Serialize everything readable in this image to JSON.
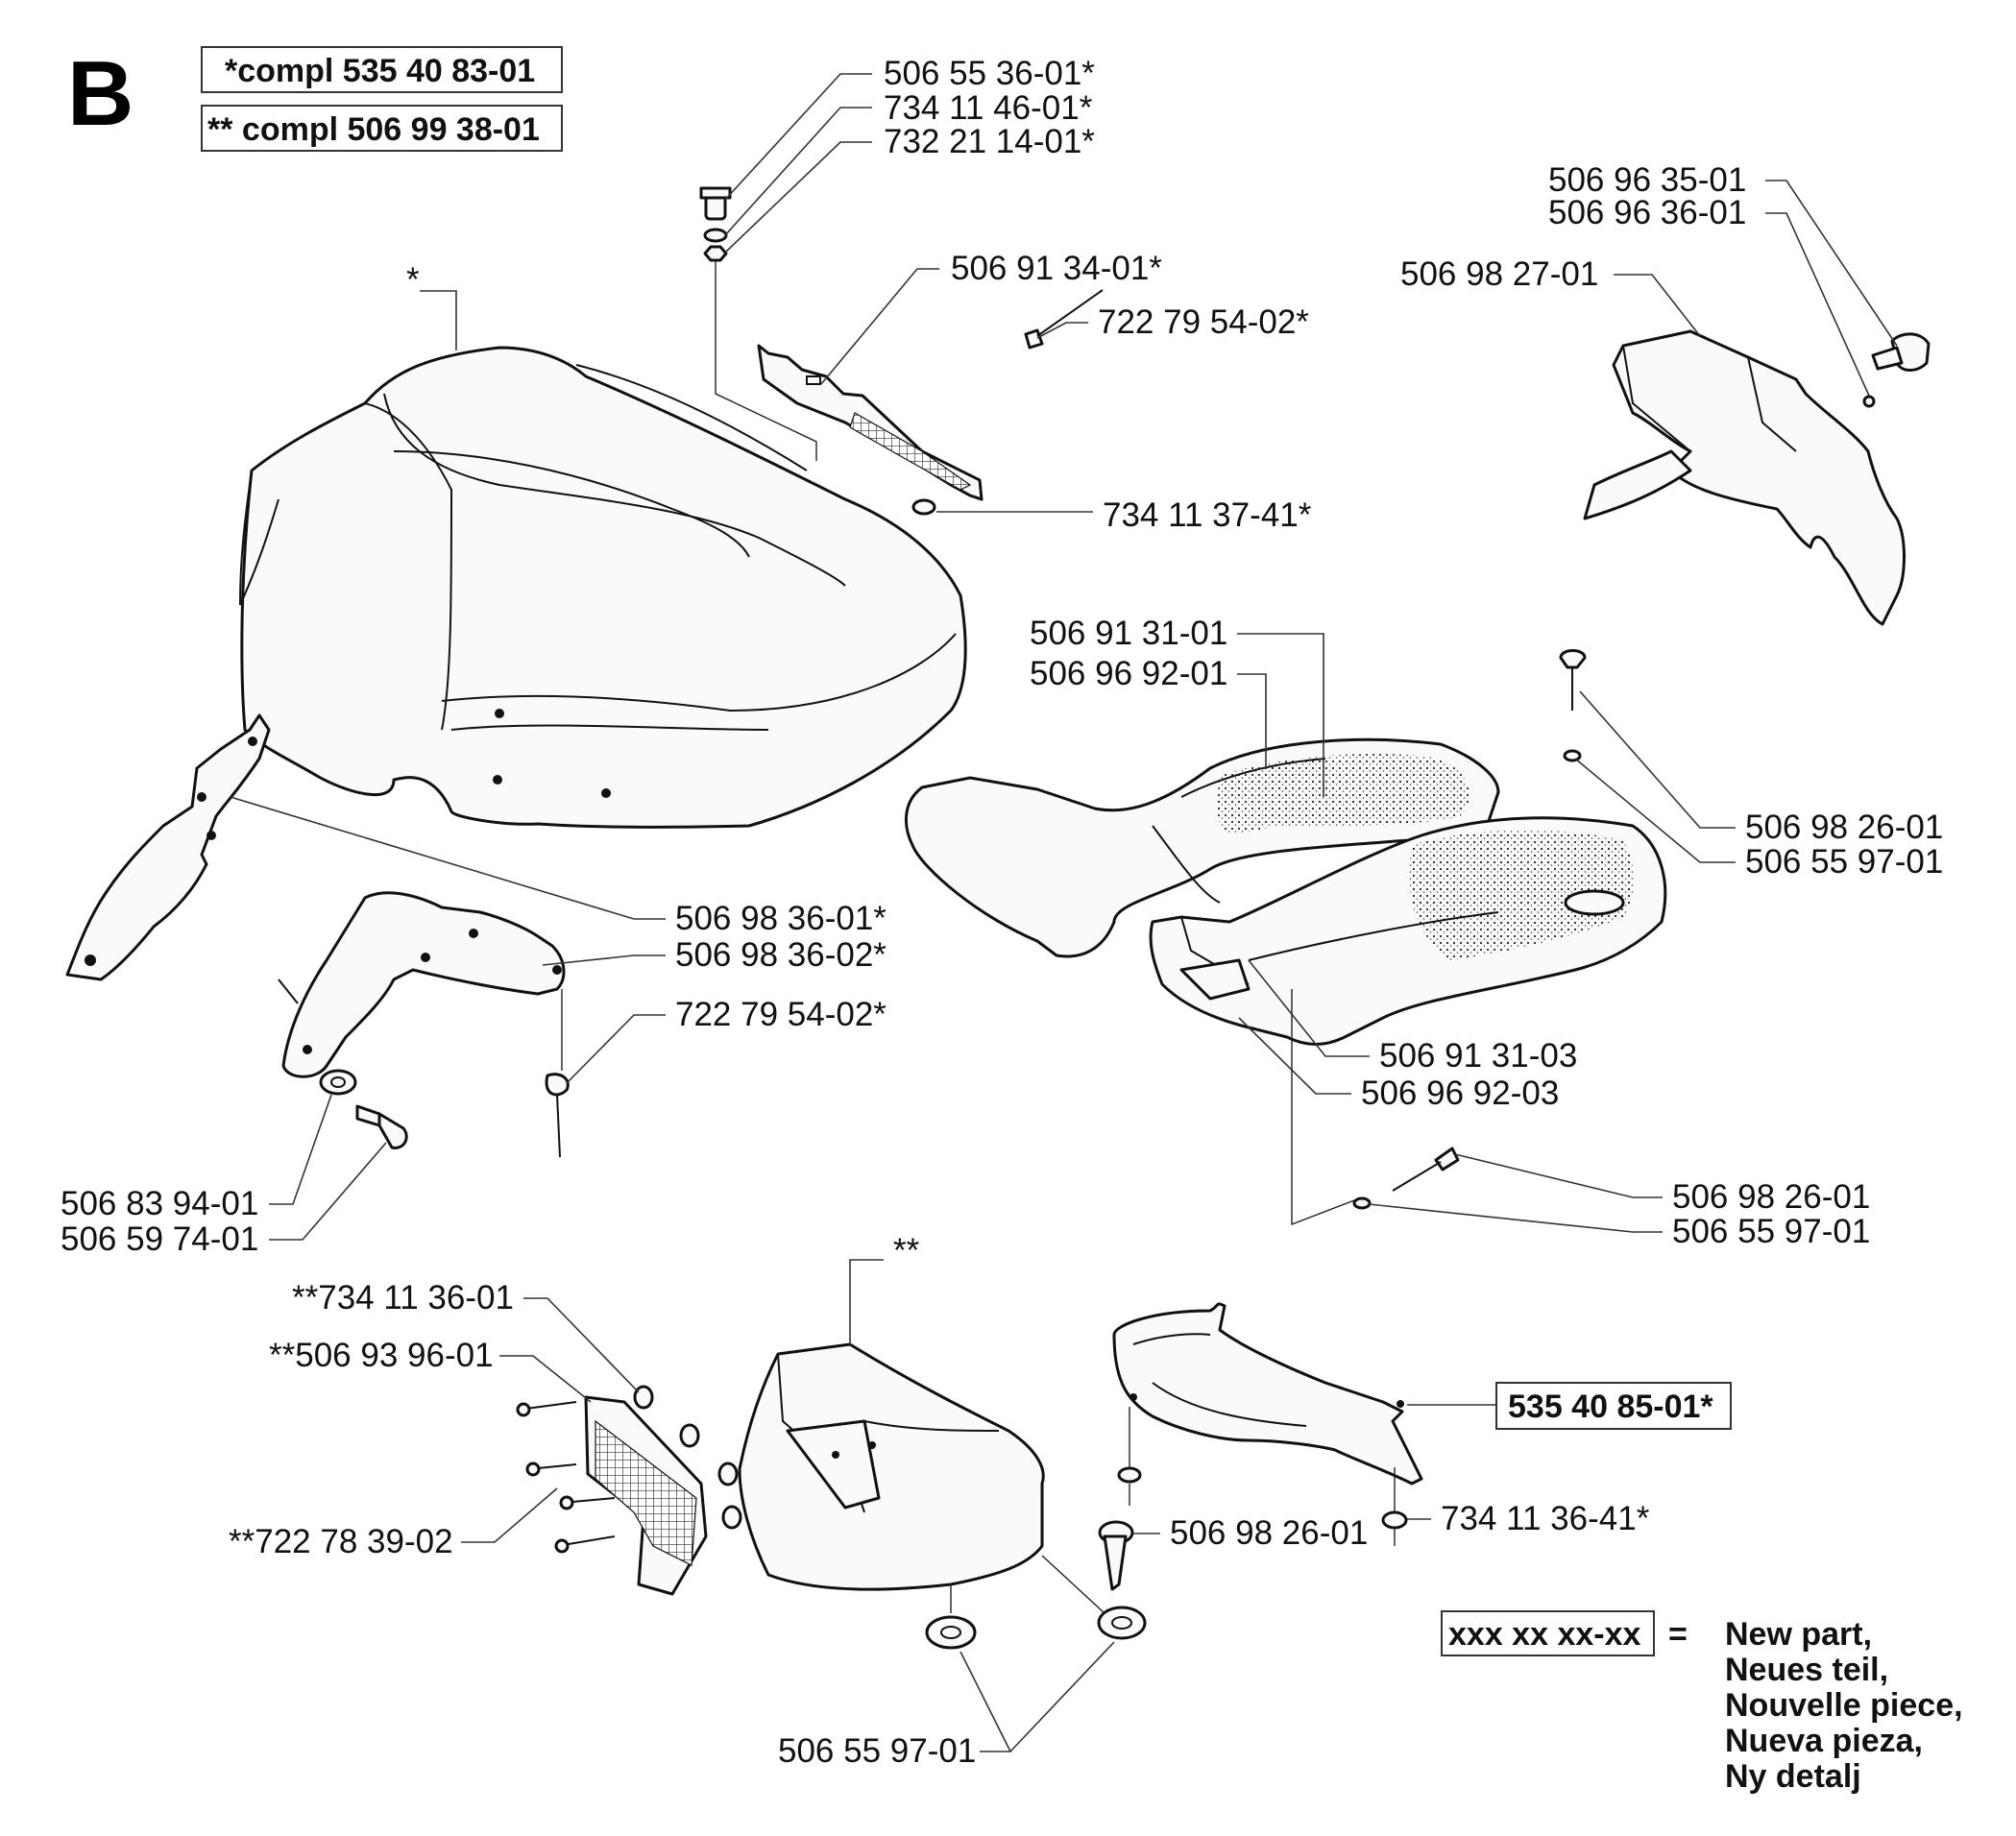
{
  "section_letter": "B",
  "kits": {
    "compl_1": "*compl 535 40 83-01",
    "compl_2": "** compl 506 99 38-01"
  },
  "labels": {
    "p_506_55_36": "506 55 36-01*",
    "p_734_11_46": "734 11 46-01*",
    "p_732_21_14": "732 21 14-01*",
    "p_506_91_34": "506 91 34-01*",
    "p_722_79_54_top": "722 79 54-02*",
    "p_734_11_37": "734 11 37-41*",
    "star_single": "*",
    "p_506_96_35": "506 96 35-01",
    "p_506_96_36": "506 96 36-01",
    "p_506_98_27": "506 98 27-01",
    "p_506_91_31_01": "506 91 31-01",
    "p_506_96_92_01": "506 96 92-01",
    "p_506_98_26_a": "506 98 26-01",
    "p_506_55_97_a": "506 55 97-01",
    "p_506_98_36_01": "506 98 36-01*",
    "p_506_98_36_02": "506 98 36-02*",
    "p_722_79_54_mid": "722 79 54-02*",
    "p_506_91_31_03": "506 91 31-03",
    "p_506_96_92_03": "506 96 92-03",
    "p_506_98_26_b": "506 98 26-01",
    "p_506_55_97_b": "506 55 97-01",
    "p_506_83_94": "506 83 94-01",
    "p_506_59_74": "506 59 74-01",
    "star_double": "**",
    "p_734_11_36_01": "**734 11 36-01",
    "p_506_93_96": "**506 93 96-01",
    "p_722_78_39": "**722 78 39-02",
    "p_535_40_85": "535 40 85-01*",
    "p_506_98_26_c": "506 98 26-01",
    "p_734_11_36_41": "734 11 36-41*",
    "p_506_55_97_c": "506 55 97-01"
  },
  "legend": {
    "key": "xxx xx xx-xx",
    "equals": "=",
    "lines": [
      "New part,",
      "Neues teil,",
      "Nouvelle piece,",
      "Nueva pieza,",
      "Ny detalj"
    ]
  }
}
